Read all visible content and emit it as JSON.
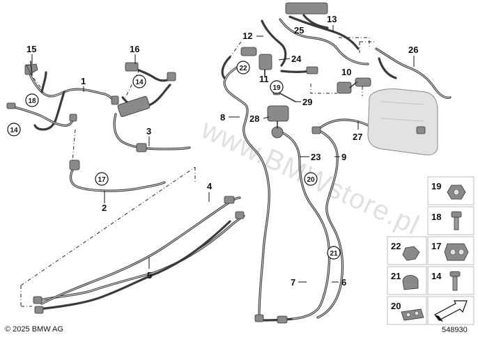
{
  "diagram": {
    "copyright": "© 2025 BMW AG",
    "diagram_number": "548930",
    "watermark": "www.BMWstore.pl",
    "callouts": [
      "1",
      "2",
      "3",
      "4",
      "5",
      "6",
      "7",
      "8",
      "9",
      "10",
      "11",
      "12",
      "13",
      "15",
      "16",
      "23",
      "24",
      "25",
      "26",
      "27",
      "28",
      "29"
    ],
    "circled_callouts": [
      "14",
      "14",
      "17",
      "18",
      "19",
      "20",
      "21",
      "22"
    ],
    "legend_items": [
      "19",
      "18",
      "22",
      "17",
      "21",
      "14",
      "20"
    ],
    "legend_arrow_icon": "forward-arrow-icon",
    "colors": {
      "line": "#3a3a3a",
      "part": "#8a8a8a",
      "tank": "#e2e2e2",
      "box_border": "#bdbdbd"
    }
  }
}
